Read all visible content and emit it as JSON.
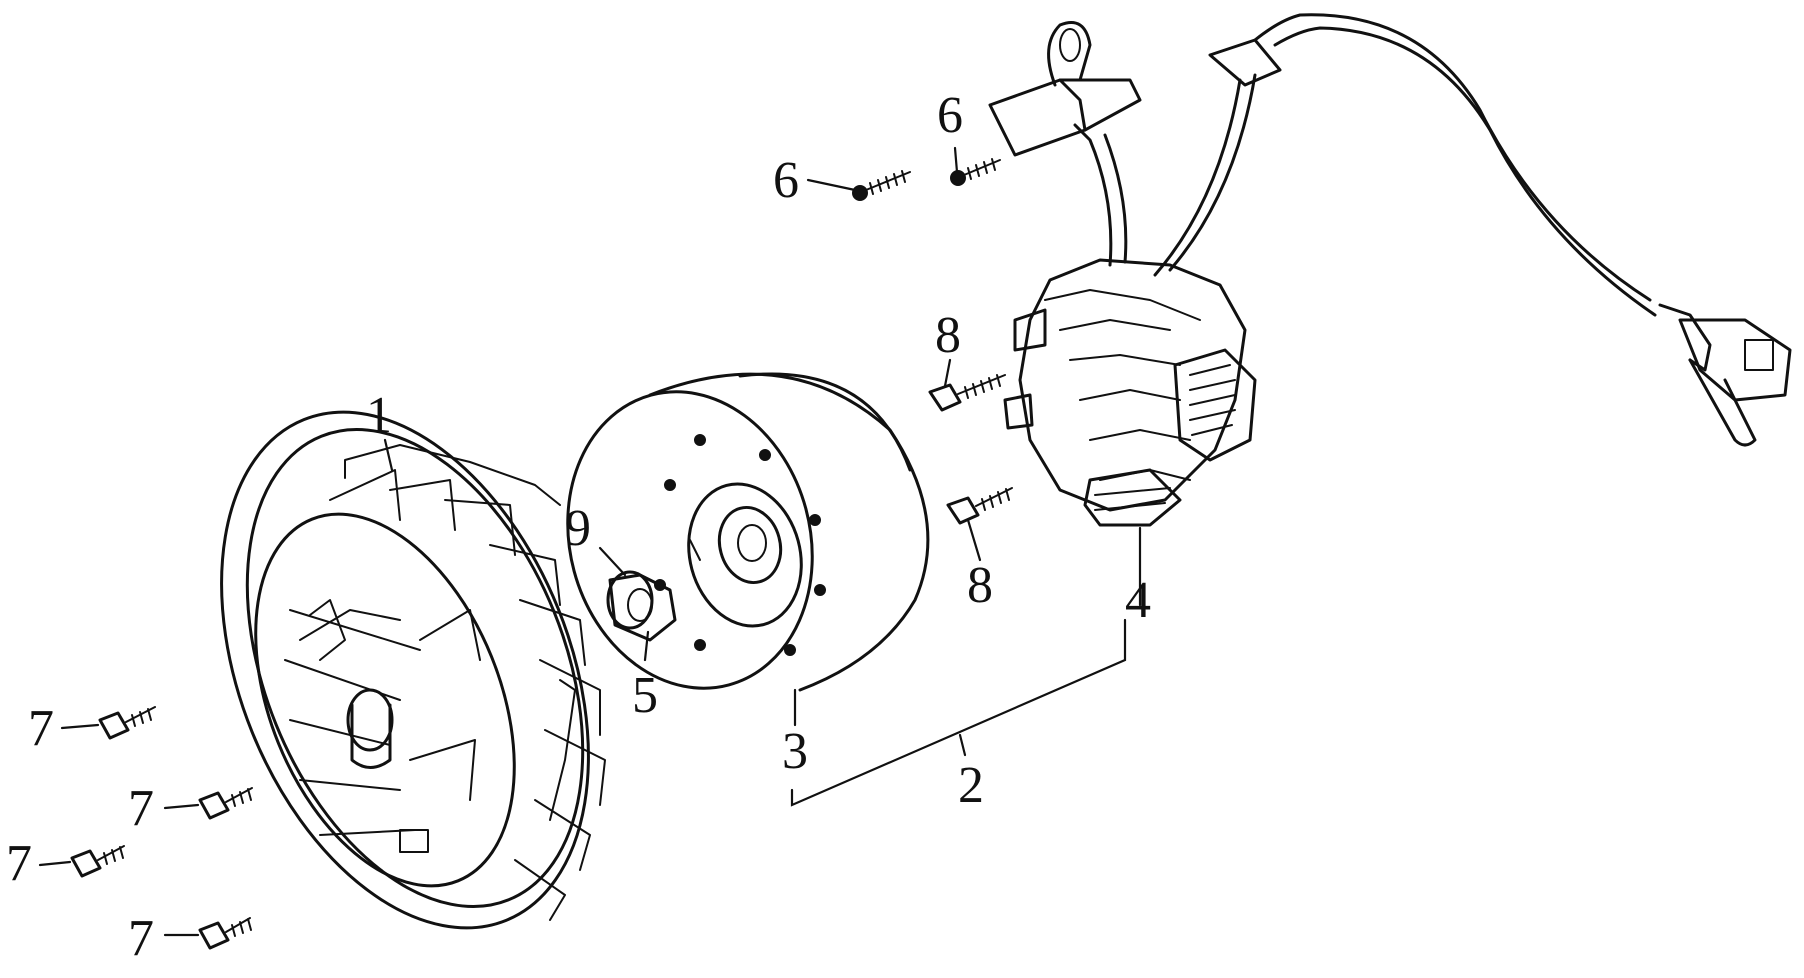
{
  "callouts": {
    "fan": "1",
    "magneto_assembly": "2",
    "rotor": "3",
    "stator": "4",
    "nut": "5",
    "screw_a": "6",
    "screw_b": "6",
    "stator_bolt_upper": "8",
    "stator_bolt_lower": "8",
    "washer": "9",
    "fan_bolt_1": "7",
    "fan_bolt_2": "7",
    "fan_bolt_3": "7",
    "fan_bolt_4": "7"
  },
  "colors": {
    "ink": "#111111",
    "paper": "#ffffff"
  }
}
